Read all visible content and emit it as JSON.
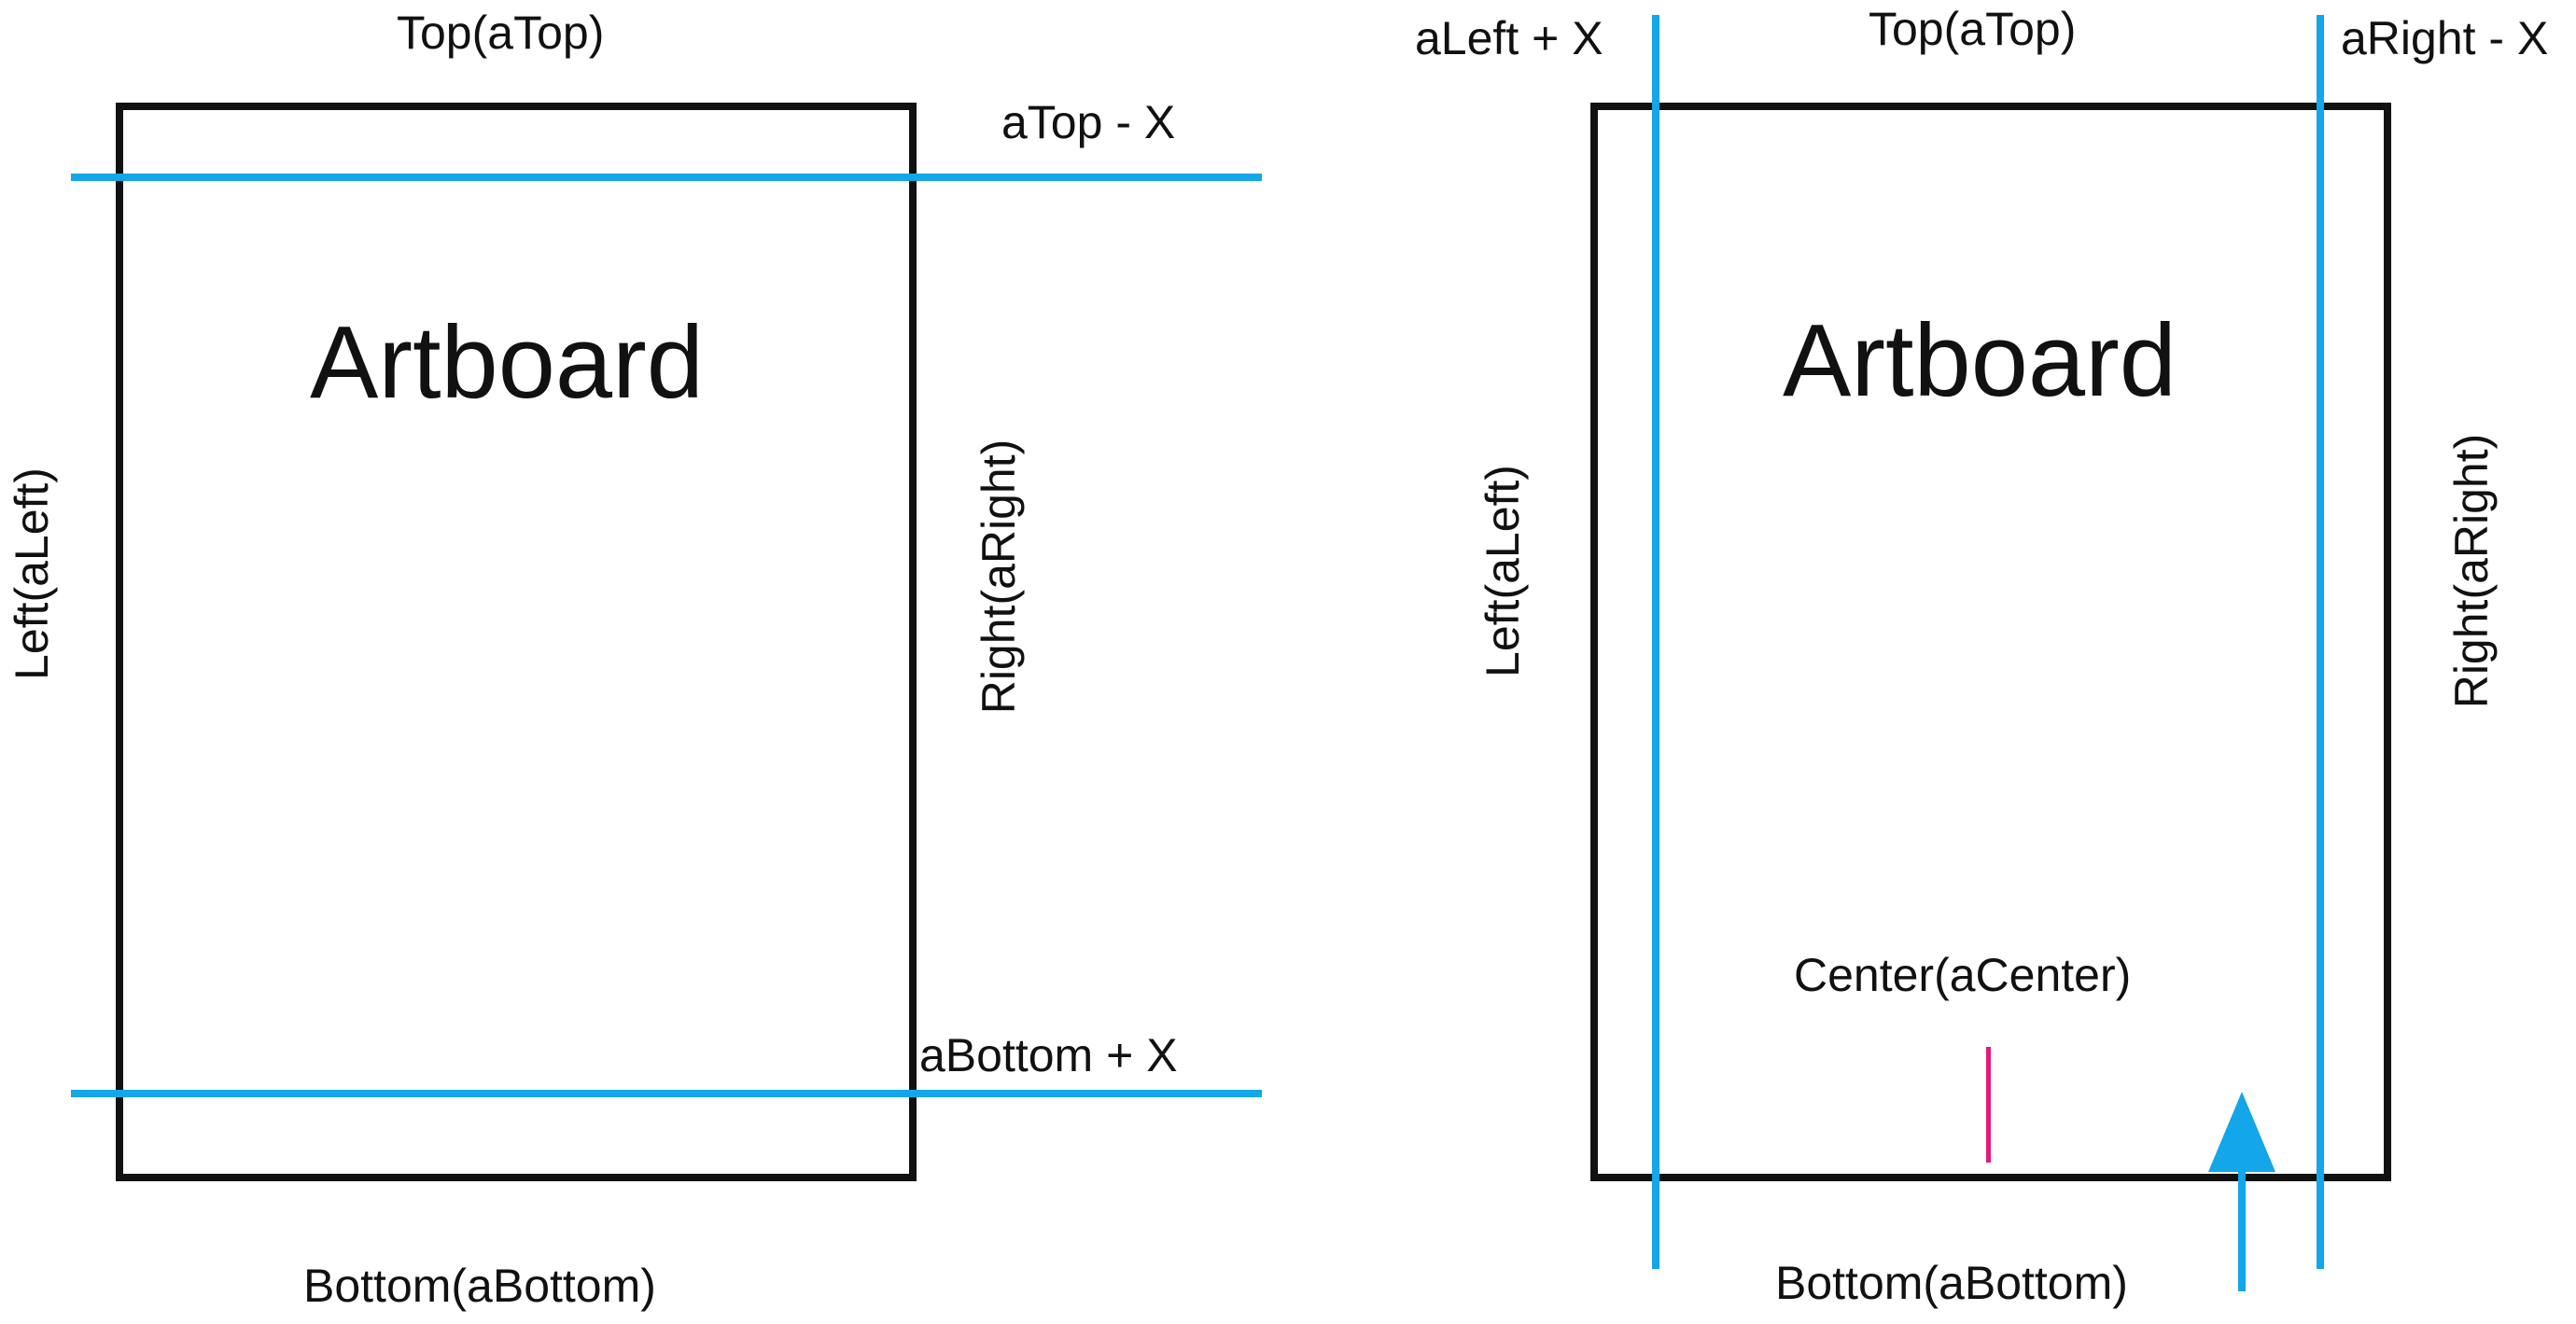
{
  "left_diagram": {
    "artboard_label": "Artboard",
    "top_label": "Top(aTop)",
    "bottom_label": "Bottom(aBottom)",
    "left_label": "Left(aLeft)",
    "right_label": "Right(aRight)",
    "guide_top_label": "aTop - X",
    "guide_bottom_label": "aBottom + X"
  },
  "right_diagram": {
    "artboard_label": "Artboard",
    "top_label": "Top(aTop)",
    "bottom_label": "Bottom(aBottom)",
    "left_label": "Left(aLeft)",
    "right_label": "Right(aRight)",
    "center_label": "Center(aCenter)",
    "guide_left_label": "aLeft + X",
    "guide_right_label": "aRight - X"
  },
  "colors": {
    "artboard_border": "#111111",
    "guide": "#13a6e8",
    "center_marker": "#e5167e"
  },
  "icons": [
    "up-arrow-icon"
  ]
}
